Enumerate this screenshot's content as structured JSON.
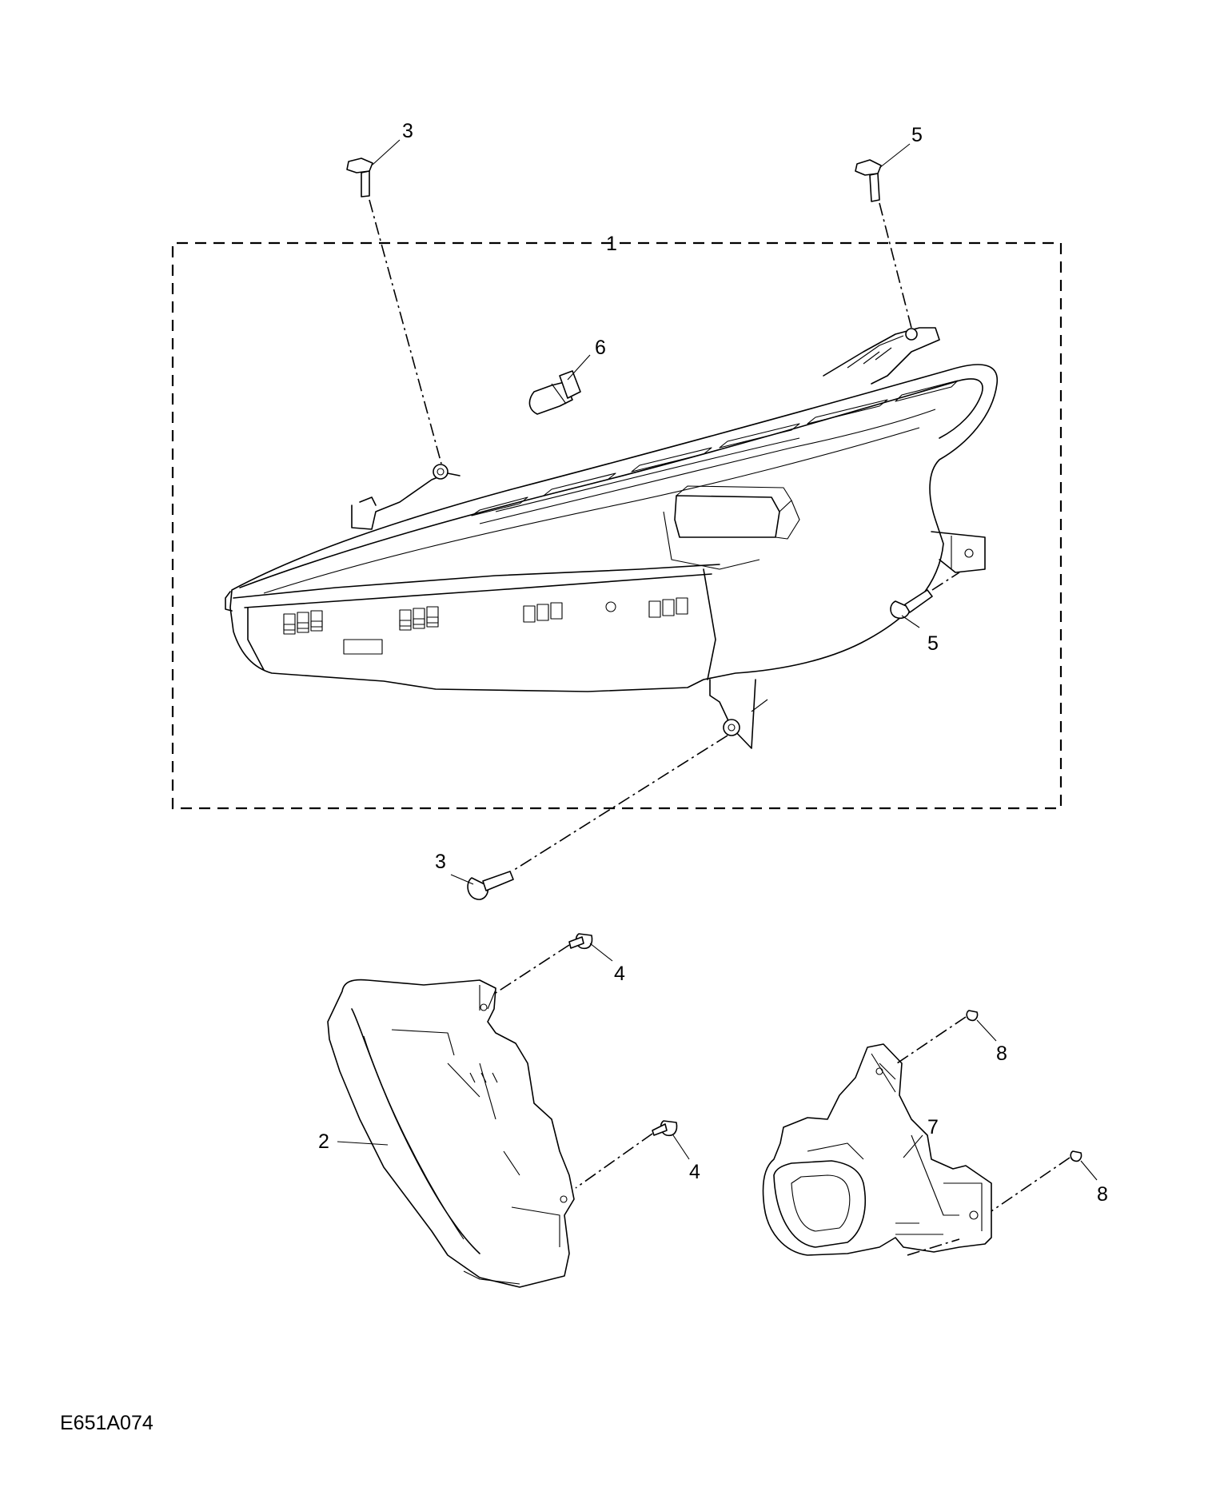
{
  "figure_code": "E651A074",
  "callouts": {
    "c1": "1",
    "c2": "2",
    "c3_top": "3",
    "c3_bottom": "3",
    "c4_upper": "4",
    "c4_lower": "4",
    "c5_top": "5",
    "c5_side": "5",
    "c6": "6",
    "c7": "7",
    "c8_upper": "8",
    "c8_lower": "8"
  }
}
